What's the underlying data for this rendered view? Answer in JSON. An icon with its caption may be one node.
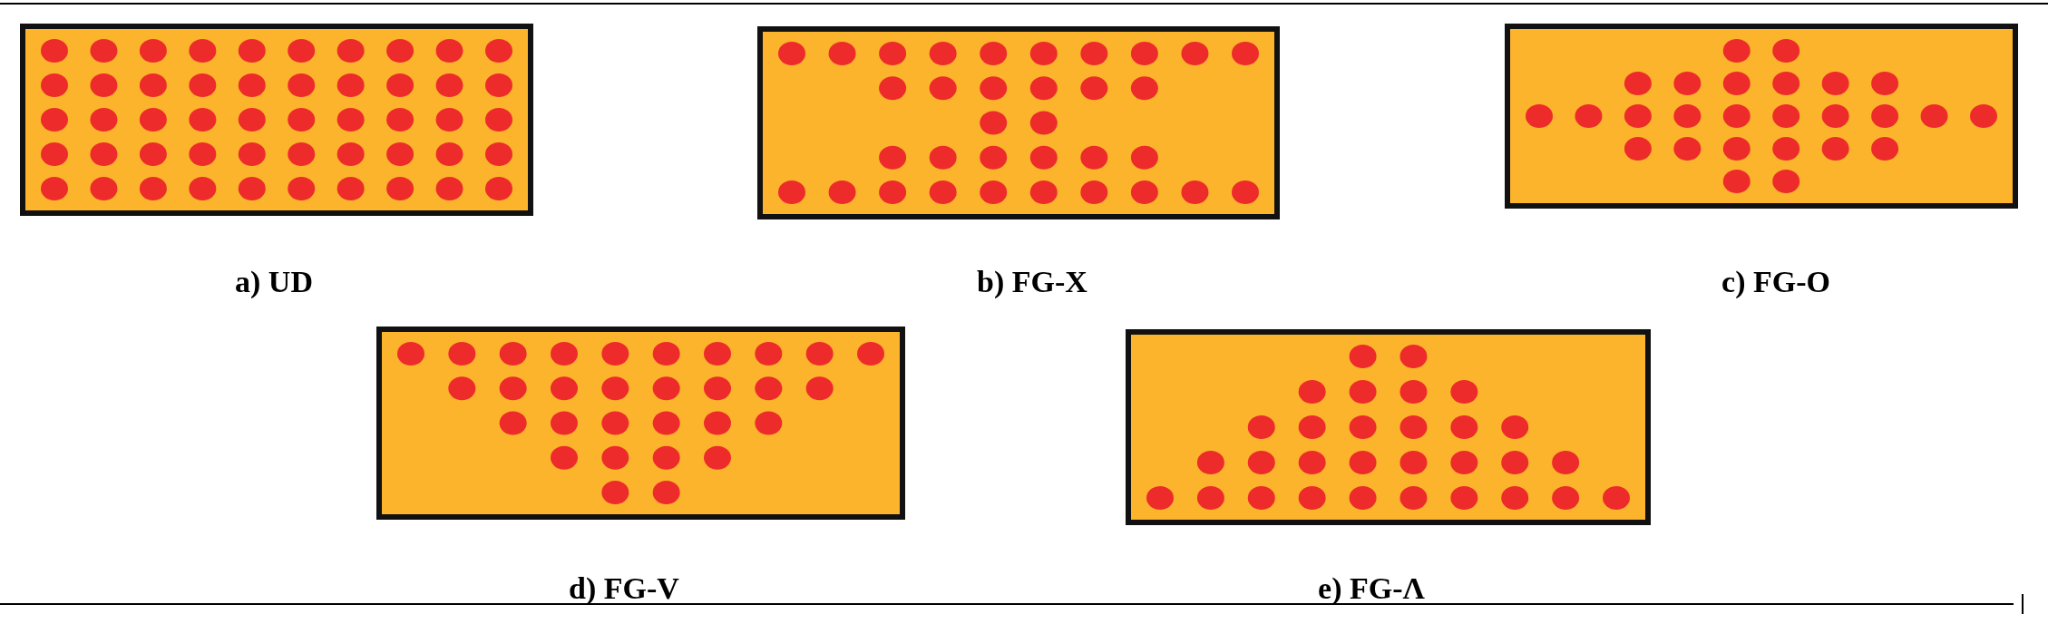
{
  "diagram": {
    "labels": [
      "a) UD",
      "b) FG-X",
      "c) FG-O",
      "d) FG-V",
      "e) FG-Λ"
    ]
  }
}
